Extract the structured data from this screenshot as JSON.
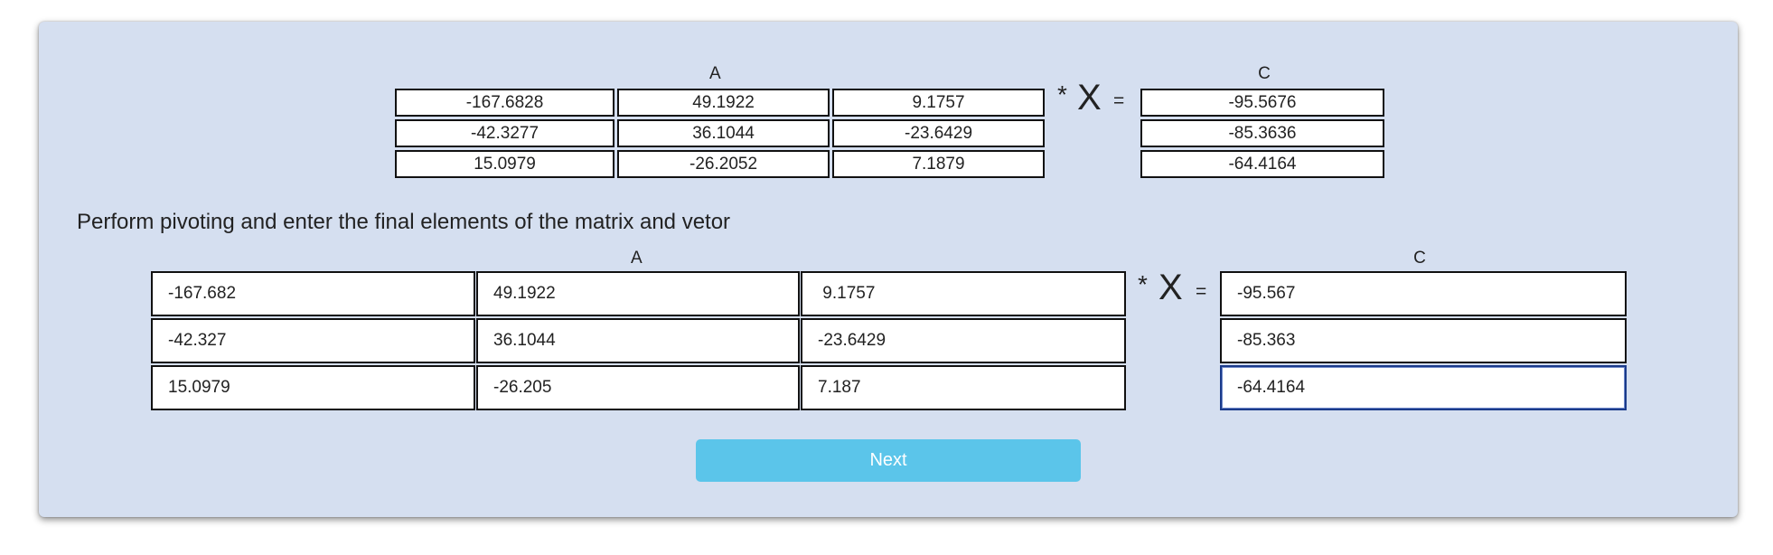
{
  "top": {
    "label_a": "A",
    "label_c": "C",
    "op_star": "*",
    "op_x": "X",
    "op_eq": "=",
    "matrix_a": [
      [
        "-167.6828",
        "49.1922",
        "9.1757"
      ],
      [
        "-42.3277",
        "36.1044",
        "-23.6429"
      ],
      [
        "15.0979",
        "-26.2052",
        "7.1879"
      ]
    ],
    "vector_c": [
      "-95.5676",
      "-85.3636",
      "-64.4164"
    ]
  },
  "instruction": "Perform pivoting and enter the final elements of the matrix and vetor",
  "bottom": {
    "label_a": "A",
    "label_c": "C",
    "op_star": "*",
    "op_x": "X",
    "op_eq": "=",
    "matrix_a": [
      [
        "-167.682",
        "49.1922",
        " 9.1757"
      ],
      [
        "-42.327",
        "36.1044",
        "-23.6429"
      ],
      [
        "15.0979",
        "-26.205",
        "7.187"
      ]
    ],
    "vector_c": [
      "-95.567",
      "-85.363",
      "-64.4164"
    ]
  },
  "next_label": "Next",
  "colors": {
    "card_background": "#d5dff0",
    "button_background": "#5bc5ea",
    "focus_border": "#1a3a8a"
  }
}
